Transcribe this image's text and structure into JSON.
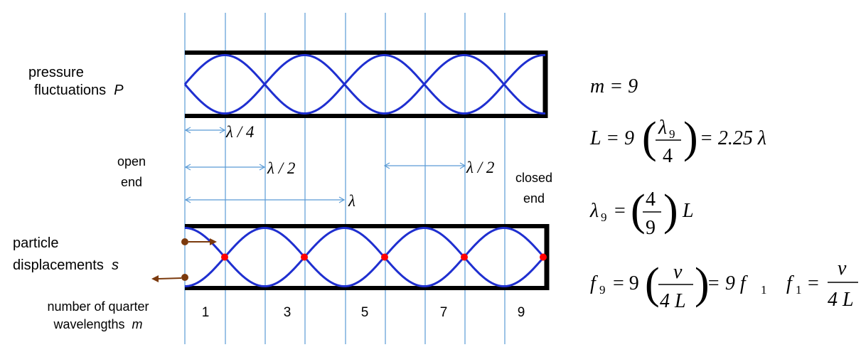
{
  "labels": {
    "pressure_line1": "pressure",
    "pressure_line2": "fluctuations",
    "pressure_var": "P",
    "open_end_line1": "open",
    "open_end_line2": "end",
    "closed_end_line1": "closed",
    "closed_end_line2": "end",
    "particle_line1": "particle",
    "particle_line2": "displacements",
    "particle_var": "s",
    "quarter_line1": "number of quarter",
    "quarter_line2": "wavelengths",
    "quarter_var": "m"
  },
  "dimensions": {
    "quarter_wavelength": "λ / 4",
    "half_wavelength_left": "λ / 2",
    "half_wavelength_right": "λ / 2",
    "wavelength": "λ"
  },
  "segment_numbers": [
    "1",
    "3",
    "5",
    "7",
    "9"
  ],
  "equations": {
    "m_value": "m = 9",
    "L_lhs": "L = 9",
    "L_frac_num": "λ",
    "L_frac_num_sub": "9",
    "L_frac_den": "4",
    "L_rhs": "= 2.25 λ",
    "lambda_lhs": "λ",
    "lambda_lhs_sub": "9",
    "lambda_eq": "=",
    "lambda_frac_num": "4",
    "lambda_frac_den": "9",
    "lambda_rhs": "L",
    "f_lhs": "f",
    "f_lhs_sub": "9",
    "f_eq": "= 9",
    "f_frac_num": "v",
    "f_frac_den": "4 L",
    "f_rhs": "= 9 f",
    "f_rhs_sub": "1",
    "f1_lhs": "f",
    "f1_lhs_sub": "1",
    "f1_eq": "=",
    "f1_frac_num": "v",
    "f1_frac_den": "4 L"
  },
  "colors": {
    "wave": "#1f2fd0",
    "grid_line": "#5b9bd5",
    "node_dot": "#ff0000",
    "particle_dot": "#7b3a0e",
    "tube": "#000000"
  }
}
